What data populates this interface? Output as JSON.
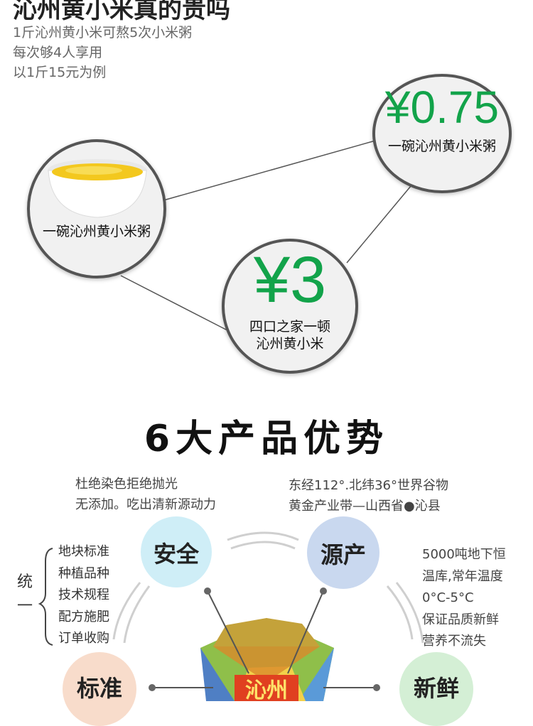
{
  "top": {
    "title": "沁州黄小米真的贵吗",
    "intro": [
      "1斤沁州黄小米可熬5次小米粥",
      "每次够4人享用",
      "以1斤15元为例"
    ]
  },
  "circles": {
    "bowl": {
      "caption": "一碗沁州黄小米粥"
    },
    "per_bowl": {
      "price": "¥0.75",
      "caption": "一碗沁州黄小米粥"
    },
    "family": {
      "price": "¥3",
      "caption": [
        "四口之家一顿",
        "沁州黄小米"
      ]
    }
  },
  "advantages": {
    "headline": "6大产品优势",
    "safety": {
      "label": "安全",
      "note": [
        "杜绝染色拒绝抛光",
        "无添加。吃出清新源动力"
      ]
    },
    "origin": {
      "label": "源产",
      "note": [
        "东经112°.北纬36°世界谷物",
        "黄金产业带—山西省●沁县"
      ]
    },
    "fresh": {
      "label": "新鲜",
      "note": [
        "5000吨地下恒",
        "温库,常年温度",
        "0°C-5°C",
        "保证品质新鲜",
        "营养不流失"
      ]
    },
    "standard": {
      "label": "标准",
      "group_label": "统一",
      "items": [
        "地块标准",
        "种植品种",
        "技术规程",
        "配方施肥",
        "订单收购"
      ]
    },
    "logo_text": "沁州"
  },
  "colors": {
    "price_green": "#12a34a",
    "safety_badge": "#cfeef7",
    "origin_badge": "#c9d8ef",
    "standard_badge": "#f8dccb",
    "fresh_badge": "#d4efd5"
  }
}
